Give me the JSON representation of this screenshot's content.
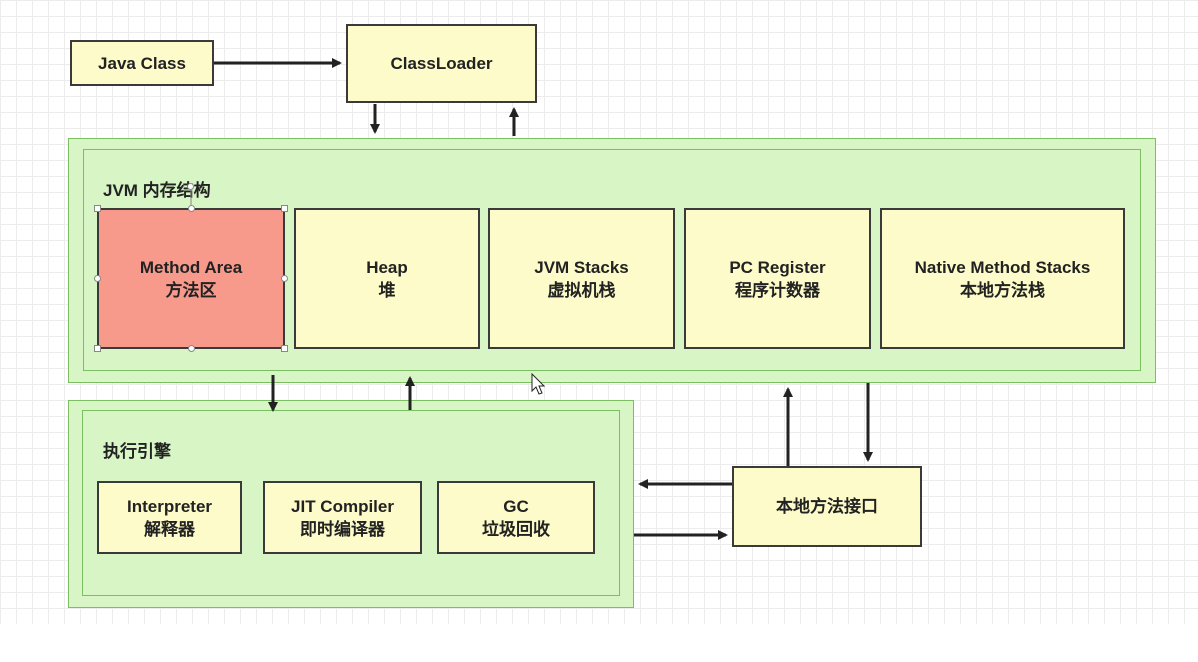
{
  "top": {
    "java_class": "Java Class",
    "class_loader": "ClassLoader"
  },
  "jvm": {
    "label": "JVM 内存结构",
    "areas": [
      {
        "en": "Method Area",
        "zh": "方法区"
      },
      {
        "en": "Heap",
        "zh": "堆"
      },
      {
        "en": "JVM Stacks",
        "zh": "虚拟机栈"
      },
      {
        "en": "PC Register",
        "zh": "程序计数器"
      },
      {
        "en": "Native Method Stacks",
        "zh": "本地方法栈"
      }
    ]
  },
  "engine": {
    "label": "执行引擎",
    "parts": [
      {
        "en": "Interpreter",
        "zh": "解释器"
      },
      {
        "en": "JIT Compiler",
        "zh": "即时编译器"
      },
      {
        "en": "GC",
        "zh": "垃圾回收"
      }
    ]
  },
  "native_interface": "本地方法接口",
  "colors": {
    "box_fill": "#fdfbc9",
    "selected_fill": "#f79a8c",
    "group_fill": "#d7f5c5",
    "group_border": "#7cbf62"
  }
}
